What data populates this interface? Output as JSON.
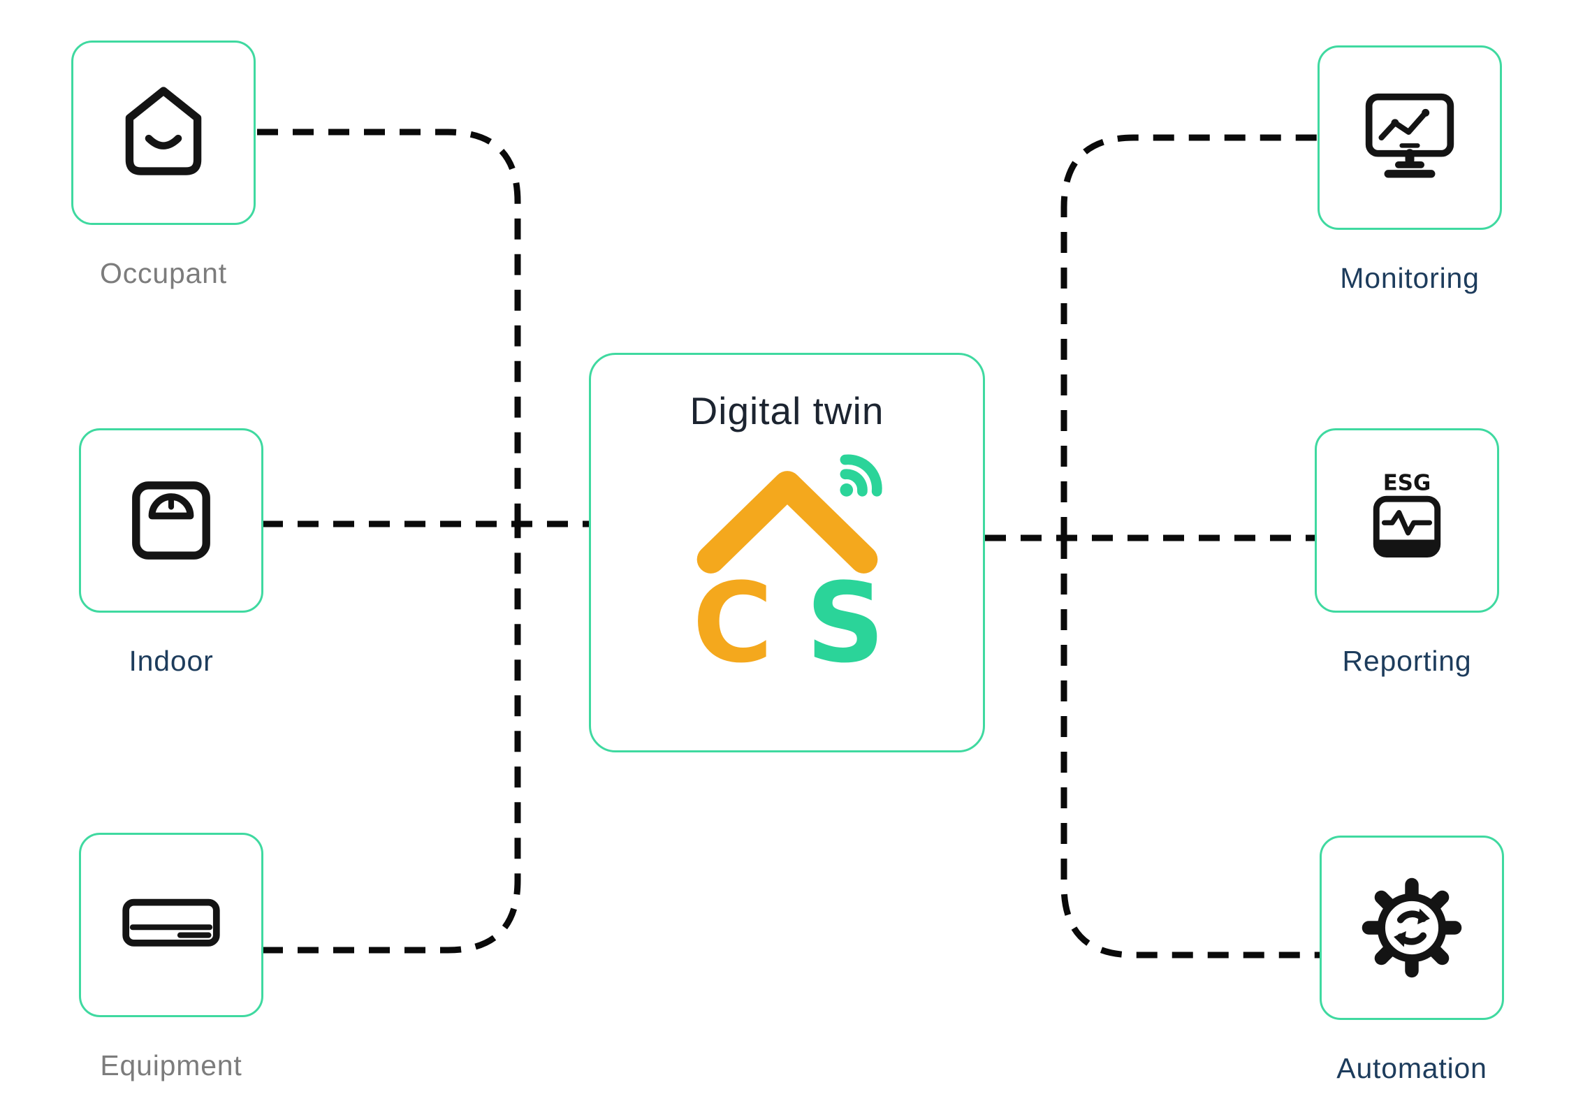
{
  "center": {
    "title": "Digital twin",
    "logo_c": "C",
    "logo_s": "S"
  },
  "nodes": {
    "occupant": {
      "label": "Occupant"
    },
    "indoor": {
      "label": "Indoor"
    },
    "equipment": {
      "label": "Equipment"
    },
    "monitoring": {
      "label": "Monitoring"
    },
    "reporting": {
      "label": "Reporting",
      "badge": "ESG"
    },
    "automation": {
      "label": "Automation"
    }
  },
  "colors": {
    "node_border": "#3fd9a0",
    "connector": "#0a0a0a",
    "icon_stroke": "#141414",
    "label_navy": "#1d3c5c",
    "label_gray": "#7c7c7c",
    "logo_orange": "#f4a81d",
    "logo_green": "#2bd499",
    "title_dark": "#1c2430"
  }
}
